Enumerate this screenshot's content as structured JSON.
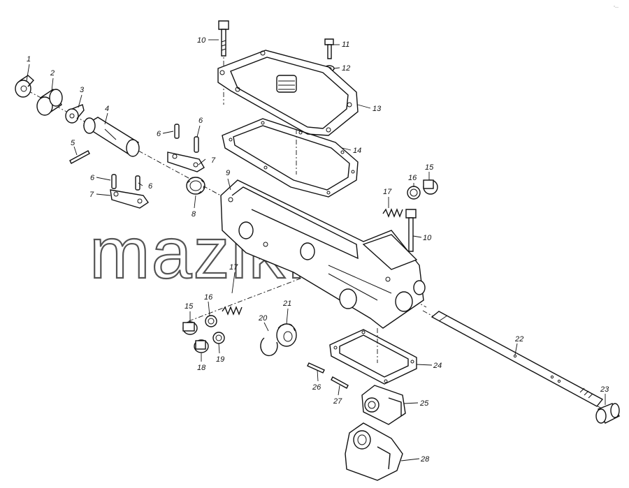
{
  "watermark": "mazik.by",
  "corner_mark": "°—",
  "callouts": {
    "c1": "1",
    "c2": "2",
    "c3": "3",
    "c4": "4",
    "c5": "5",
    "c6a": "6",
    "c6b": "6",
    "c6c": "6",
    "c6d": "6",
    "c7a": "7",
    "c7b": "7",
    "c8": "8",
    "c9": "9",
    "c10a": "10",
    "c10b": "10",
    "c11": "11",
    "c12": "12",
    "c13": "13",
    "c14": "14",
    "c15a": "15",
    "c15b": "15",
    "c16a": "16",
    "c16b": "16",
    "c17a": "17",
    "c17b": "17",
    "c18": "18",
    "c19": "19",
    "c20": "20",
    "c21": "21",
    "c22": "22",
    "c23": "23",
    "c24": "24",
    "c25": "25",
    "c26": "26",
    "c27": "27",
    "c28": "28"
  }
}
